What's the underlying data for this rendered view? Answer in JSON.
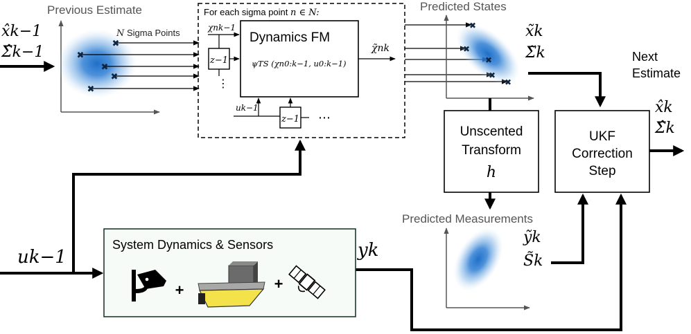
{
  "inputs": {
    "prev_x": "x̂k−1",
    "prev_sigma": "Σ̂k−1",
    "u": "uk−1",
    "y": "yk"
  },
  "labels": {
    "previous_estimate": "Previous Estimate",
    "n_sigma_prefix": "N",
    "n_sigma_suffix": "Sigma Points",
    "predicted_states": "Predicted States",
    "next_line1": "Next",
    "next_line2": "Estimate",
    "predicted_measurements": "Predicted Measurements"
  },
  "sigma_loop": {
    "header_prefix": "For each sigma point",
    "header_math": "n ∈ N:",
    "chi_input": "χnk−1",
    "zinv": "z−1",
    "u_input": "uk−1",
    "dots": "⋯",
    "vdots": "⋮"
  },
  "dynamics_fm": {
    "title": "Dynamics FM",
    "formula": "ψTS (χn0:k−1, u0:k−1)",
    "output": "χ̃nk"
  },
  "predicted": {
    "x": "x̃k",
    "sigma": "Σ̃k"
  },
  "unscented": {
    "line1": "Unscented",
    "line2": "Transform",
    "h": "h"
  },
  "measurements": {
    "y": "ỹk",
    "s": "S̃k"
  },
  "ukf": {
    "line1": "UKF",
    "line2": "Correction",
    "line3": "Step"
  },
  "output": {
    "x": "x̂k",
    "sigma": "Σ̂k"
  },
  "system": {
    "title": "System Dynamics & Sensors",
    "plus": "+"
  },
  "colors": {
    "gaussian": "#1f6fc8",
    "box_border": "#1e3a2c",
    "box_fill": "#f7fbf8",
    "vessel_hull": "#f3e24a"
  }
}
